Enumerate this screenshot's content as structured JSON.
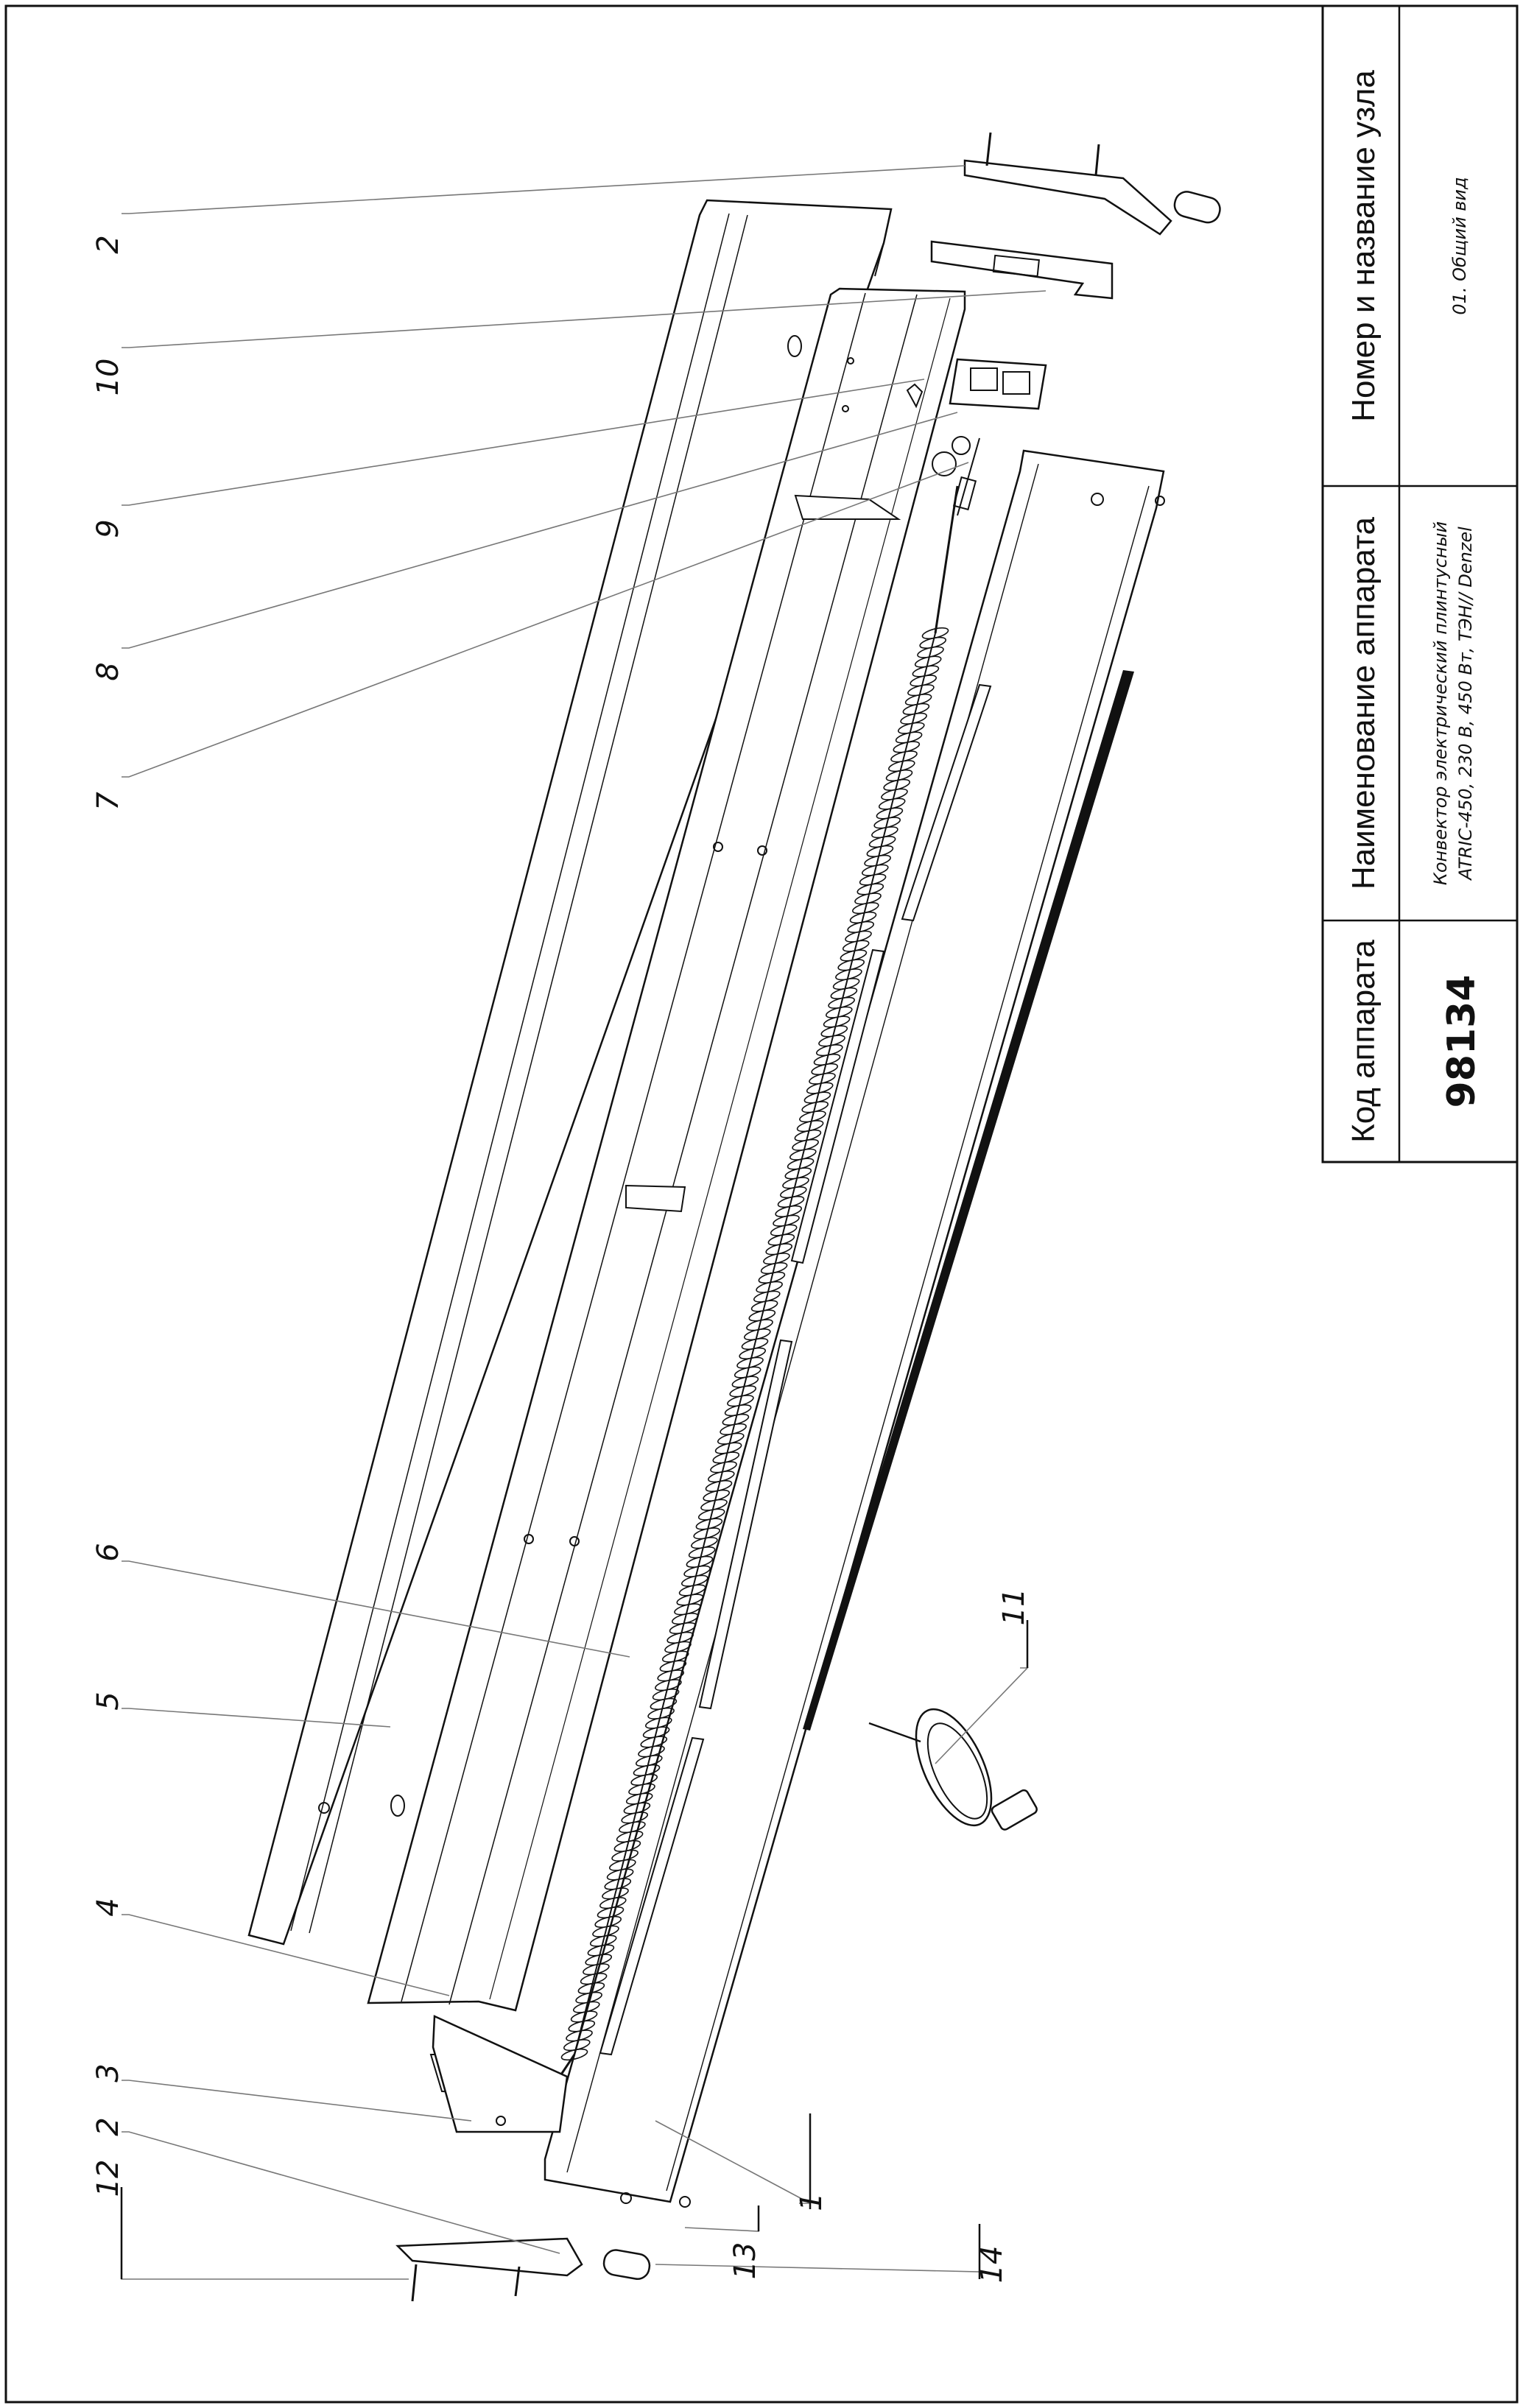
{
  "title_block": {
    "code_header": "Код аппарата",
    "code_value": "98134",
    "name_header": "Наименование аппарата",
    "name_line1": "Конвектор электрический плинтусный",
    "name_line2": "ATRIC-450, 230 В, 450 Вт, ТЭН// Denzel",
    "node_header": "Номер и название узла",
    "node_value": "01. Общий вид"
  },
  "callouts": {
    "c1": "1",
    "c2a": "2",
    "c2b": "2",
    "c3": "3",
    "c4": "4",
    "c5": "5",
    "c6": "6",
    "c7": "7",
    "c8": "8",
    "c9": "9",
    "c10": "10",
    "c11": "11",
    "c12": "12",
    "c13": "13",
    "c14": "14"
  }
}
